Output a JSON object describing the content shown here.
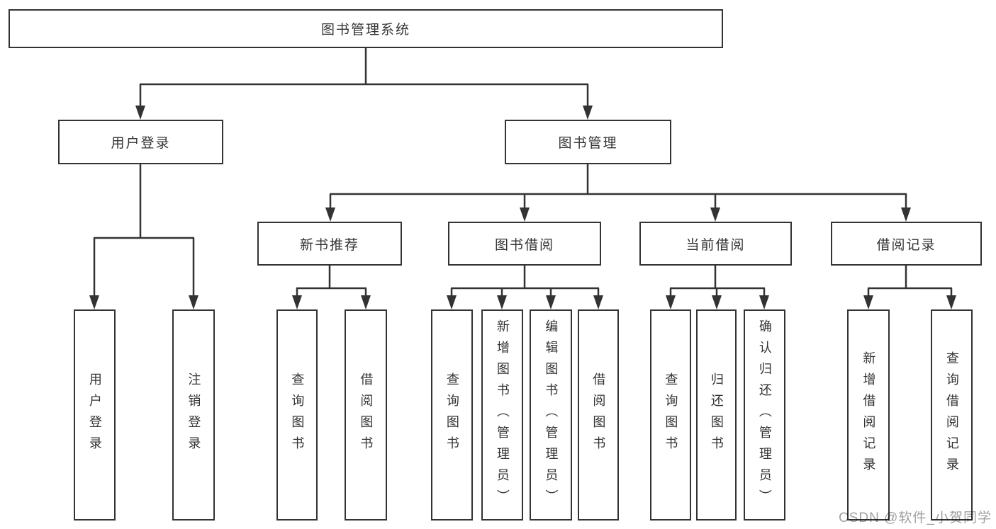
{
  "diagram": {
    "title": "图书管理系统",
    "type": "functional-structure-tree",
    "colors": {
      "line": "#333333",
      "box_border": "#333333",
      "box_background": "#ffffff",
      "text": "#333333",
      "watermark": "#a0a0a0"
    }
  },
  "nodes": {
    "root": {
      "label": "图书管理系统"
    },
    "branches": [
      {
        "label": "用户登录",
        "leaves": [
          {
            "label": "用户登录"
          },
          {
            "label": "注销登录"
          }
        ]
      },
      {
        "label": "图书管理",
        "sections": [
          {
            "label": "新书推荐",
            "leaves": [
              {
                "label": "查询图书"
              },
              {
                "label": "借阅图书"
              }
            ]
          },
          {
            "label": "图书借阅",
            "leaves": [
              {
                "label": "查询图书"
              },
              {
                "label": "新增图书（管理员）"
              },
              {
                "label": "编辑图书（管理员）"
              },
              {
                "label": "借阅图书"
              }
            ]
          },
          {
            "label": "当前借阅",
            "leaves": [
              {
                "label": "查询图书"
              },
              {
                "label": "归还图书"
              },
              {
                "label": "确认归还（管理员）"
              }
            ]
          },
          {
            "label": "借阅记录",
            "leaves": [
              {
                "label": "新增借阅记录"
              },
              {
                "label": "查询借阅记录"
              }
            ]
          }
        ]
      }
    ]
  },
  "watermark": {
    "text": "CSDN @软件_小贺同学"
  }
}
